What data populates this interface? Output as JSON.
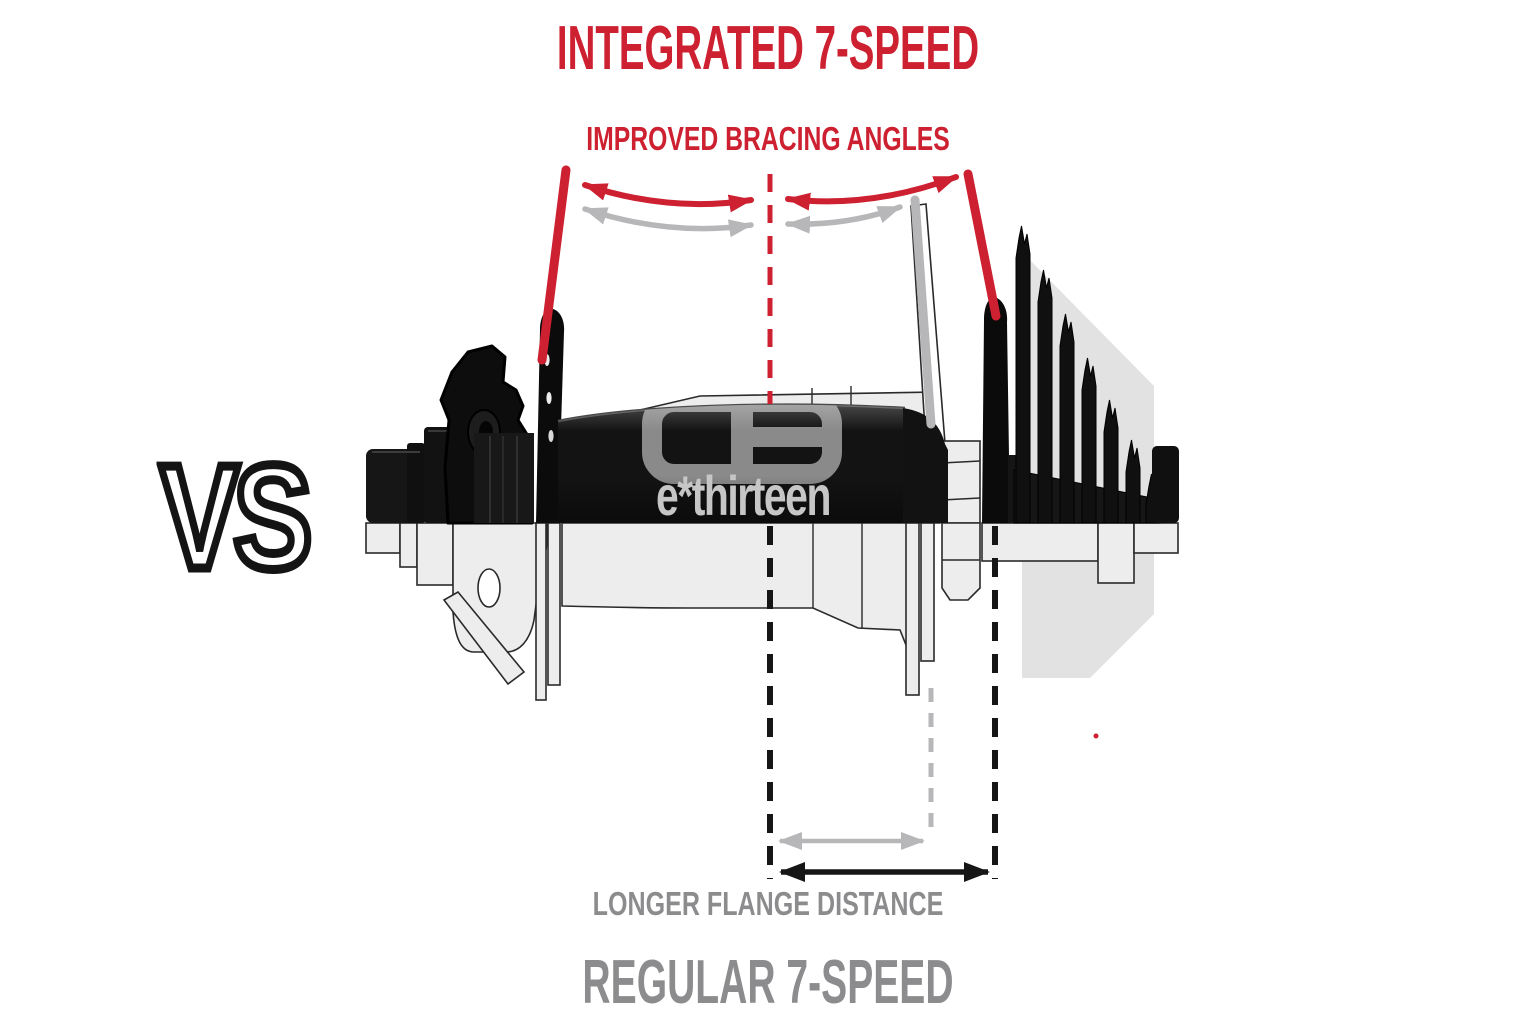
{
  "header": {
    "title": "INTEGRATED 7-SPEED"
  },
  "footer": {
    "title": "REGULAR 7-SPEED"
  },
  "versus": {
    "label": "VS"
  },
  "hub": {
    "brand": "e*thirteen",
    "logo_icon": "e-thirteen-crest-icon"
  },
  "annotations": {
    "bracing_label": "IMPROVED BRACING ANGLES",
    "flange_label": "LONGER FLANGE DISTANCE",
    "bracing_arrows_icon": "curved-double-headed-arrows",
    "center_axis_icon": "dashed-center-axis-line",
    "spoke_line_icons": "spoke-bracing-lines",
    "flange_arrows_icon": "horizontal-double-headed-arrows"
  },
  "colors": {
    "accent_red": "#cd2031",
    "gray_text": "#8c8c8e",
    "annotation_gray": "#b7b7b9",
    "background": "#ffffff"
  }
}
